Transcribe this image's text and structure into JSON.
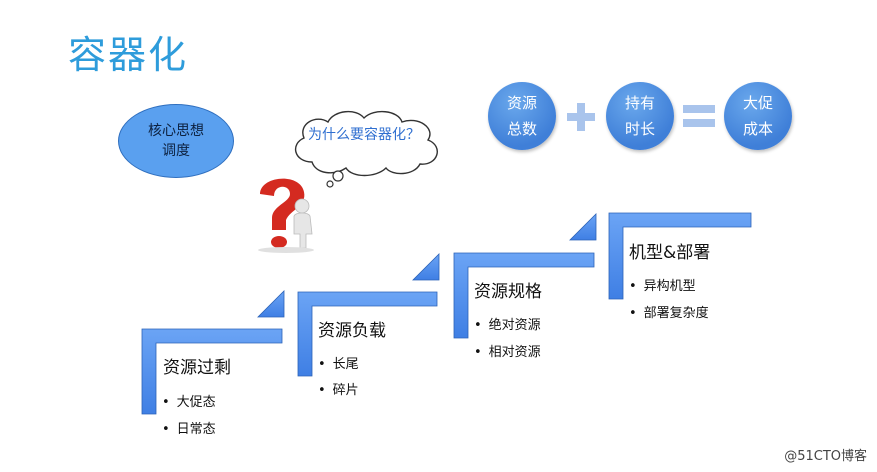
{
  "title": "容器化",
  "core": {
    "line1": "核心思想",
    "line2": "调度"
  },
  "cloud": {
    "text": "为什么要容器化？"
  },
  "equation": {
    "a": {
      "line1": "资源",
      "line2": "总数"
    },
    "b": {
      "line1": "持有",
      "line2": "时长"
    },
    "c": {
      "line1": "大促",
      "line2": "成本"
    }
  },
  "steps": [
    {
      "title": "资源过剩",
      "bullets": [
        "大促态",
        "日常态"
      ]
    },
    {
      "title": "资源负载",
      "bullets": [
        "长尾",
        "碎片"
      ]
    },
    {
      "title": "资源规格",
      "bullets": [
        "绝对资源",
        "相对资源"
      ]
    },
    {
      "title": "机型&部署",
      "bullets": [
        "异构机型",
        "部署复杂度"
      ]
    }
  ],
  "watermark": "@51CTO博客",
  "colors": {
    "accent": "#2e9cdb",
    "node": "#3f7fd8",
    "staircase": "#4f8ef2"
  }
}
